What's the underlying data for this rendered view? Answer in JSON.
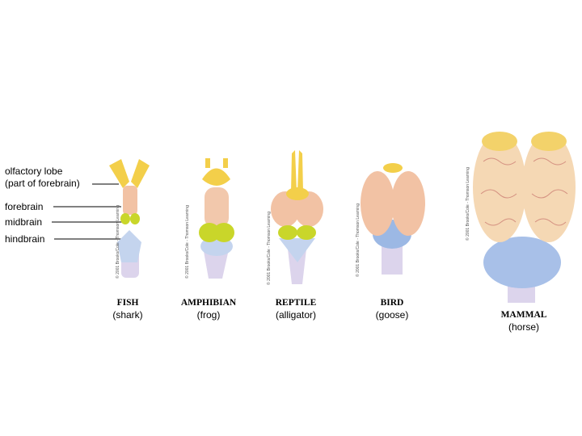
{
  "labels": {
    "olfactory": "olfactory lobe",
    "olfactory_note": "(part of forebrain)",
    "forebrain": "forebrain",
    "midbrain": "midbrain",
    "hindbrain": "hindbrain"
  },
  "copyright": "© 2001 Brooks/Cole - Thomson Learning",
  "animals": [
    {
      "group": "FISH",
      "example": "(shark)"
    },
    {
      "group": "AMPHIBIAN",
      "example": "(frog)"
    },
    {
      "group": "REPTILE",
      "example": "(alligator)"
    },
    {
      "group": "BIRD",
      "example": "(goose)"
    },
    {
      "group": "MAMMAL",
      "example": "(horse)"
    }
  ]
}
